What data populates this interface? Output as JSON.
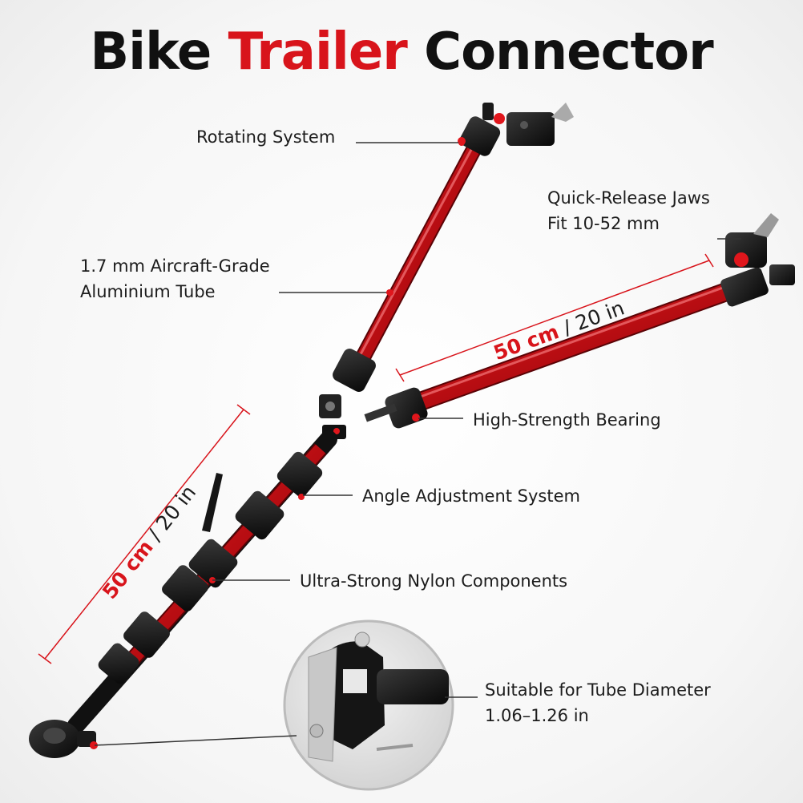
{
  "title": {
    "part1": "Bike",
    "part2": "Trailer",
    "part3": "Connector"
  },
  "callouts": {
    "rotating": "Rotating System",
    "jaws_line1": "Quick-Release Jaws",
    "jaws_line2": "Fit 10-52 mm",
    "tube_line1": "1.7 mm Aircraft-Grade",
    "tube_line2": "Aluminium Tube",
    "bearing": "High-Strength Bearing",
    "angle": "Angle Adjustment System",
    "nylon": "Ultra-Strong Nylon Components",
    "diameter_line1": "Suitable for Tube Diameter",
    "diameter_line2": "1.06–1.26 in"
  },
  "dimensions": {
    "upper": {
      "value": "50 cm",
      "rest": " / 20 in"
    },
    "lower": {
      "value": "50 cm",
      "rest": " / 20 in"
    }
  },
  "colors": {
    "accent": "#d8141b",
    "text": "#111111"
  }
}
